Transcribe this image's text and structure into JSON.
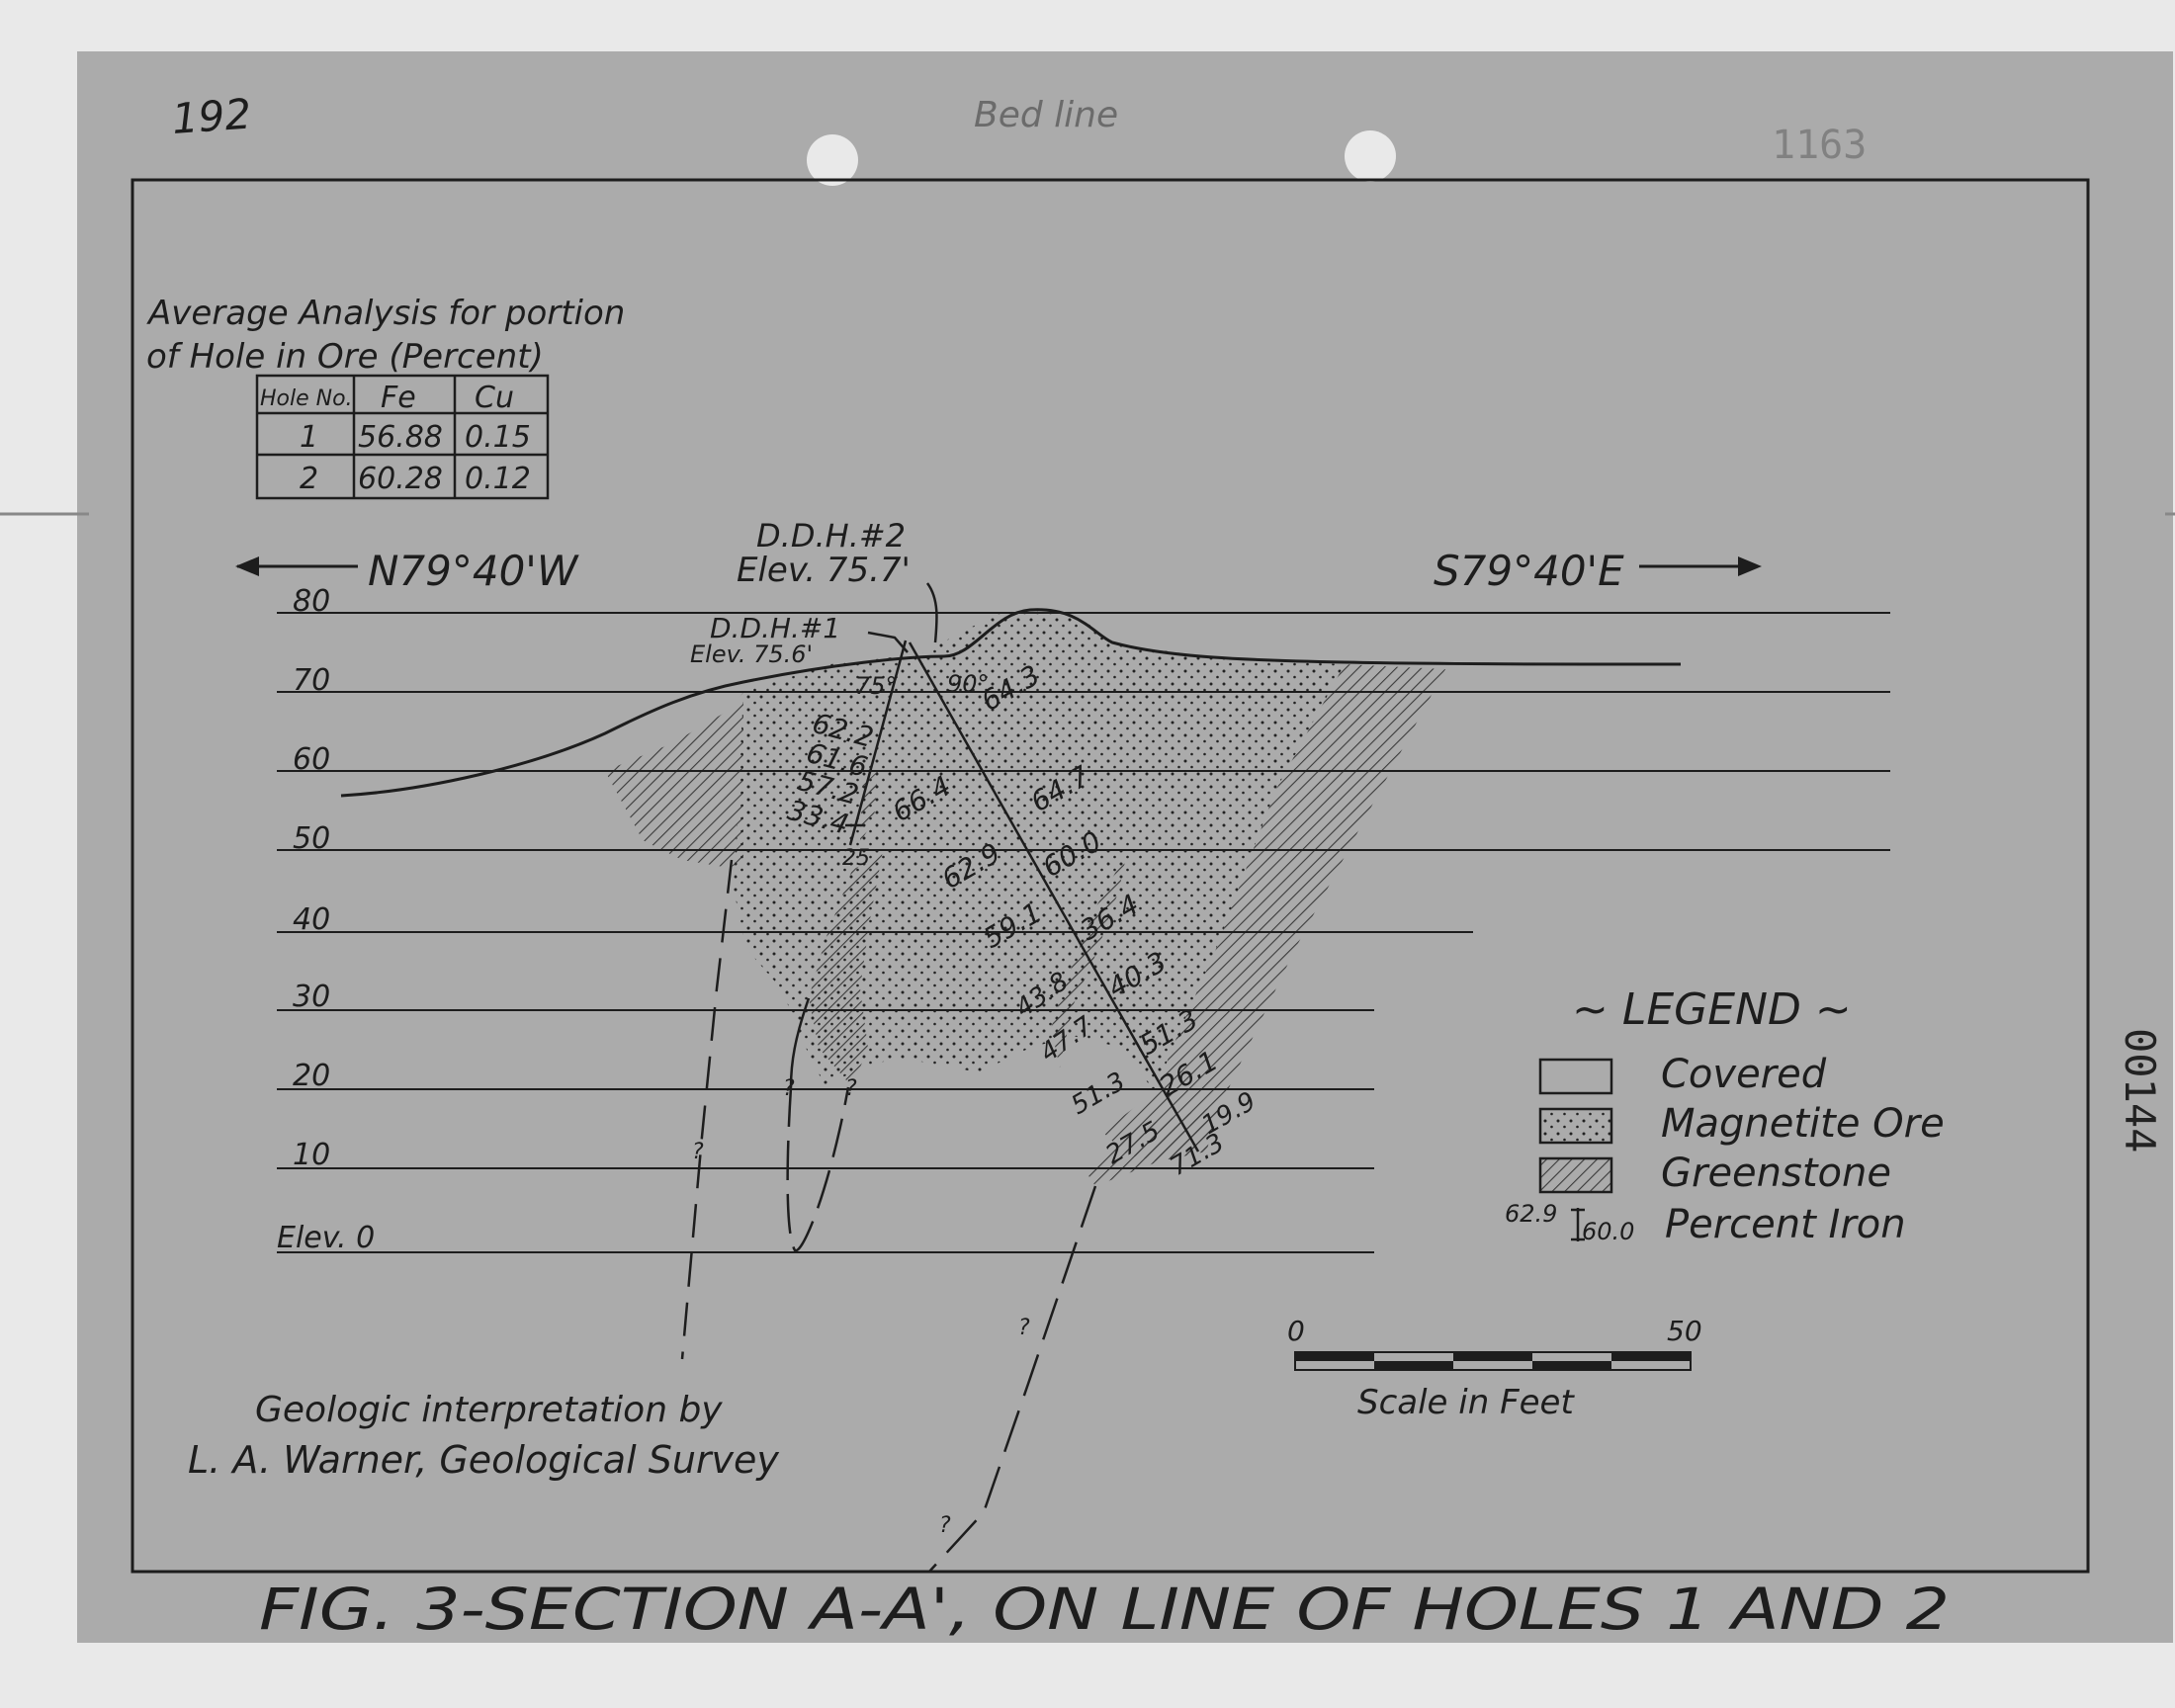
{
  "margin_notes": {
    "top_left": "192",
    "top_center": "Bed line",
    "top_right": "1163",
    "side_id": "00144"
  },
  "analysis": {
    "title_line1": "Average Analysis for portion",
    "title_line2": "of Hole in Ore (Percent)",
    "headers": [
      "Hole No.",
      "Fe",
      "Cu"
    ],
    "rows": [
      [
        "1",
        "56.88",
        "0.15"
      ],
      [
        "2",
        "60.28",
        "0.12"
      ]
    ]
  },
  "directions": {
    "west": "N79°40'W",
    "east": "S79°40'E"
  },
  "elevation_labels": [
    "80",
    "70",
    "60",
    "50",
    "40",
    "30",
    "20",
    "10",
    "Elev. 0"
  ],
  "holes": {
    "ddh2_name": "D.D.H.#2",
    "ddh2_elev": "Elev. 75.7'",
    "ddh1_name": "D.D.H.#1",
    "ddh1_elev": "Elev. 75.6'",
    "ddh1_angle": "75°",
    "ddh2_angle": "90°"
  },
  "iron_values": {
    "hole1": [
      "62.2",
      "61.6",
      "57.2",
      "33.4",
      "25"
    ],
    "hole2_left": [
      "66.4",
      "62.9",
      "59.1",
      "43.8",
      "47.7",
      "51.3",
      "27.5"
    ],
    "hole2_right": [
      "64.3",
      "64.7",
      "60.0",
      "36.4",
      "40.3",
      "51.3",
      "26.1",
      "19.9",
      "71.3"
    ]
  },
  "legend": {
    "title": "LEGEND",
    "items": [
      {
        "label": "Covered",
        "pattern": "blank"
      },
      {
        "label": "Magnetite Ore",
        "pattern": "dots"
      },
      {
        "label": "Greenstone",
        "pattern": "hatch"
      }
    ],
    "iron_left": "62.9",
    "iron_right": "60.0",
    "iron_label": "Percent Iron"
  },
  "scale": {
    "zero": "0",
    "max": "50",
    "label": "Scale in Feet"
  },
  "credit": {
    "line1": "Geologic interpretation by",
    "line2": "L. A. Warner, Geological Survey"
  },
  "figure_title": "FIG. 3-SECTION A-A', ON LINE OF HOLES 1 AND 2",
  "colors": {
    "paper": "#ababab",
    "ink": "#1d1d1d",
    "hatch": "#3a3a3a"
  }
}
